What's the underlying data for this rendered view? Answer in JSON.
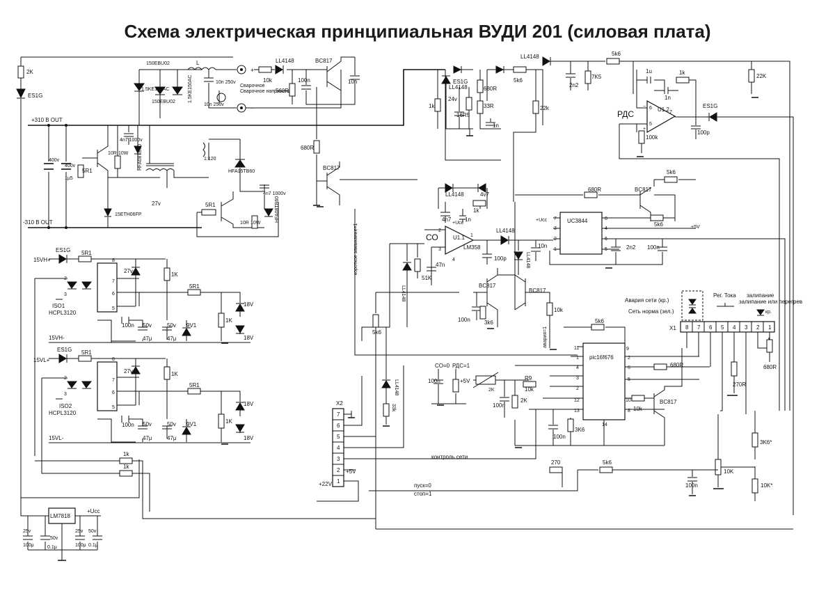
{
  "title": "Схема электрическая принципиальная ВУДИ 201 (силовая плата)",
  "rails": {
    "plus310": "+310 В OUT",
    "minus310": "-310 В OUT",
    "v15vh_plus": "15VH+",
    "v15vh_minus": "15VH-",
    "v15vl_plus": "15VL+",
    "v15vl_minus": "15VL-",
    "v22": "+22V",
    "plus5": "+5V",
    "ucc": "+Ucc",
    "v27": "27v"
  },
  "ics": {
    "uc3844": "UC3844",
    "pic": "pic16f676",
    "lm358": "LM358",
    "u11": "U1.1",
    "u12": "U1.2",
    "lm7818": "LM7818",
    "iso1": "ISO1",
    "iso2": "ISO2",
    "hcpl": "HCPL3120"
  },
  "diodes": {
    "es1g": "ES1G",
    "ebu": "150EBU02",
    "ke150": "1.5KE150AC",
    "ll4148": "LL4148",
    "hfa08": "HFA08TB60",
    "hfa15": "HFA15TB60",
    "eth": "15ETH06FP",
    "z24": "24v",
    "z47": "4v7",
    "z27": "27v",
    "z18": "18V",
    "z18b": "18V",
    "z9": "9V1"
  },
  "transistors": {
    "bc817": "BC817"
  },
  "values": {
    "r2k": "2K",
    "r10k": "10k",
    "r560": "560R",
    "c100n": "100n",
    "c10n": "10n",
    "c10n250": "10n 250v",
    "l": "L",
    "r680": "680R",
    "r16r5": "16R5",
    "r33r": "33R",
    "c1n": "1n",
    "r5k6": "5k6",
    "r22k": "22k",
    "r22K": "22K",
    "c2n2": "2n2",
    "r7k5": "7K5",
    "c1u": "1u",
    "r1k": "1k",
    "r100k": "100k",
    "c100p": "100p",
    "c4n7": "4n7 1000v",
    "r10r": "10R",
    "r10w": "10W",
    "c400v": "400v",
    "c1u5": "1μ5",
    "r5r1": "5R1",
    "ratio": "1:120",
    "r51k": "51K",
    "c47n": "47n",
    "c4n7b": "4n7",
    "r1k_2": "1K",
    "r3k6": "3k6",
    "r10k_2": "10K",
    "r2k_2": "2K",
    "r9": "R9",
    "r3k6b": "3K6",
    "r270": "270",
    "r270r": "270R",
    "r3k6s": "3K6*",
    "r10ks": "10K*",
    "r33k": "33k",
    "c50v": "50v",
    "c47u": "47μ",
    "c25v": "25v",
    "c100u": "100μ",
    "c01u": "0.1μ",
    "r1K": "1K"
  },
  "annotations": {
    "welding": "Сварочное напряжение",
    "pds": "РДС",
    "co": "СО",
    "short": "короткое замыкание=1",
    "avaria": "авария=1",
    "co0": "CO=0",
    "pds1": "РДС=1",
    "mains_control": "контроль сети",
    "start": "пуск=0",
    "stop": "стоп=1",
    "fault_mains": "Авария сети (кр.)",
    "mains_ok": "Сеть норма (зел.)",
    "current_reg": "Рег. Тока",
    "overheat": "залипание или перегрев",
    "kr": "кр.",
    "x1": "X1",
    "x2": "X2"
  },
  "x1_pins": [
    "8",
    "7",
    "6",
    "5",
    "4",
    "3",
    "2",
    "1"
  ],
  "x2_pins": [
    "7",
    "6",
    "5",
    "4",
    "3",
    "2",
    "1"
  ],
  "uc3844_pins_left": [
    "7",
    "3",
    "2",
    "1"
  ],
  "uc3844_pins_right": [
    "8",
    "4",
    "6",
    "5"
  ],
  "pic_pins_left": [
    "11",
    "1",
    "4",
    "3",
    "2",
    "12",
    "13"
  ],
  "pic_pins_right": [
    "2",
    "6",
    "5",
    "10",
    "8"
  ],
  "pic_pin_bottom": "14",
  "pic_pin_top": "9"
}
